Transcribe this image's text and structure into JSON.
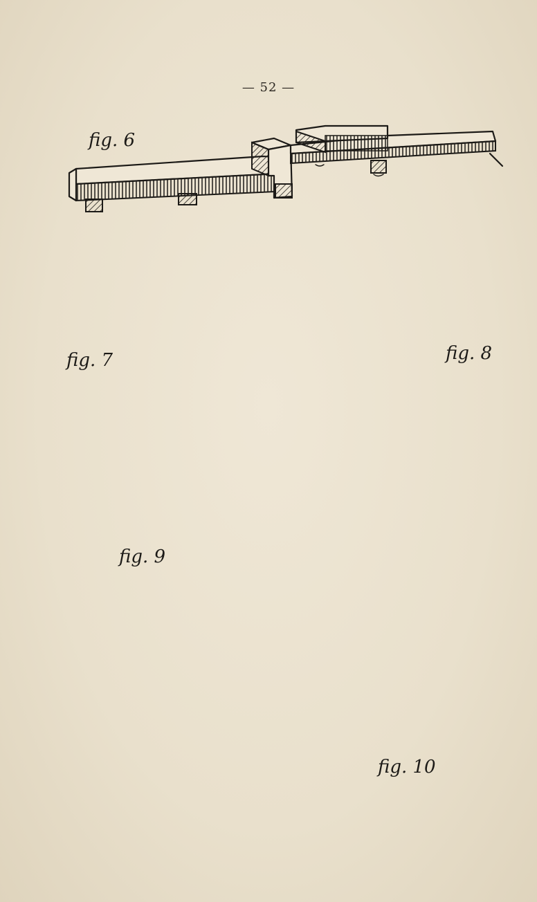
{
  "page": {
    "number": "— 52 —"
  },
  "figures": [
    {
      "id": "fig6",
      "caption": "fig. 6",
      "icon": "printing-board-with-type-icon"
    },
    {
      "id": "fig7",
      "caption": "fig. 7",
      "icon": "inking-tube-icon"
    },
    {
      "id": "fig8",
      "caption": "fig. 8",
      "icon": "ink-roller-icon"
    },
    {
      "id": "fig9",
      "caption": "fig. 9",
      "icon": "rolling-ink-on-type-icon"
    },
    {
      "id": "fig10",
      "caption": "fig. 10",
      "icon": "press-clamping-icon"
    }
  ],
  "colors": {
    "paper": "#ebe2d0",
    "ink": "#1c1a17"
  }
}
